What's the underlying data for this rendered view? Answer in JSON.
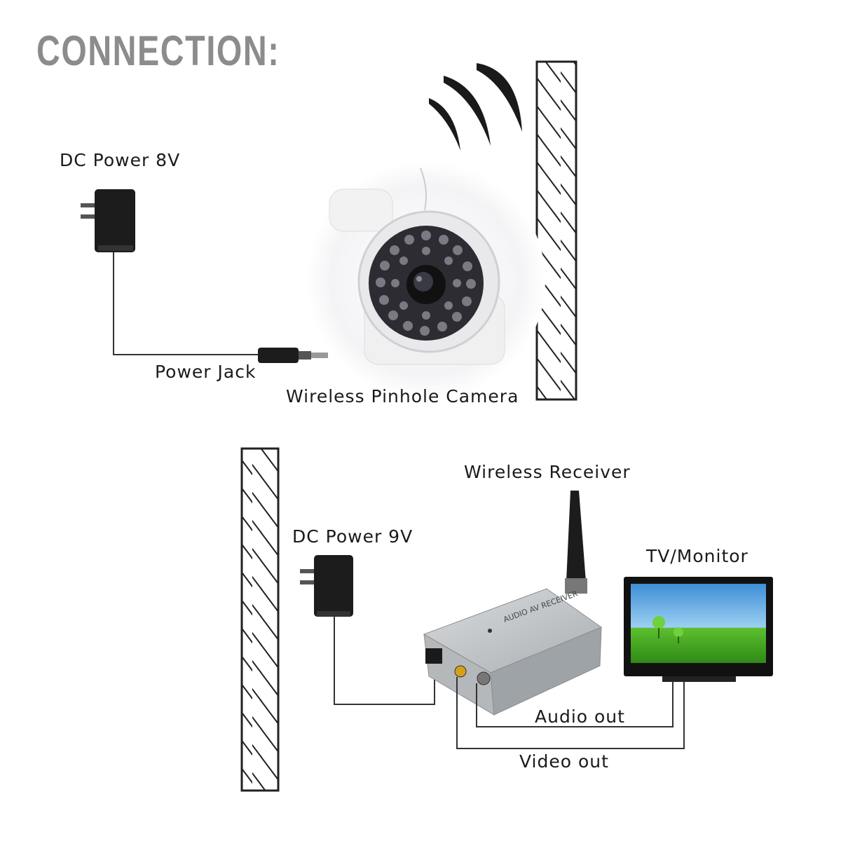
{
  "title": "CONNECTION:",
  "labels": {
    "dc_power_8v": "DC Power 8V",
    "power_jack": "Power Jack",
    "camera": "Wireless Pinhole Camera",
    "wireless_receiver": "Wireless Receiver",
    "dc_power_9v": "DC Power 9V",
    "tv_monitor": "TV/Monitor",
    "audio_out": "Audio out",
    "video_out": "Video out"
  },
  "receiver_face_text": "AUDIO AV RECEIVER",
  "colors": {
    "title": "#8c8c8c",
    "lines": "#333333",
    "adapter": "#1c1c1c",
    "receiver_body": "#bfc3c6",
    "tv_sky": "#5fa8e0",
    "tv_grass": "#5cbf2e"
  }
}
